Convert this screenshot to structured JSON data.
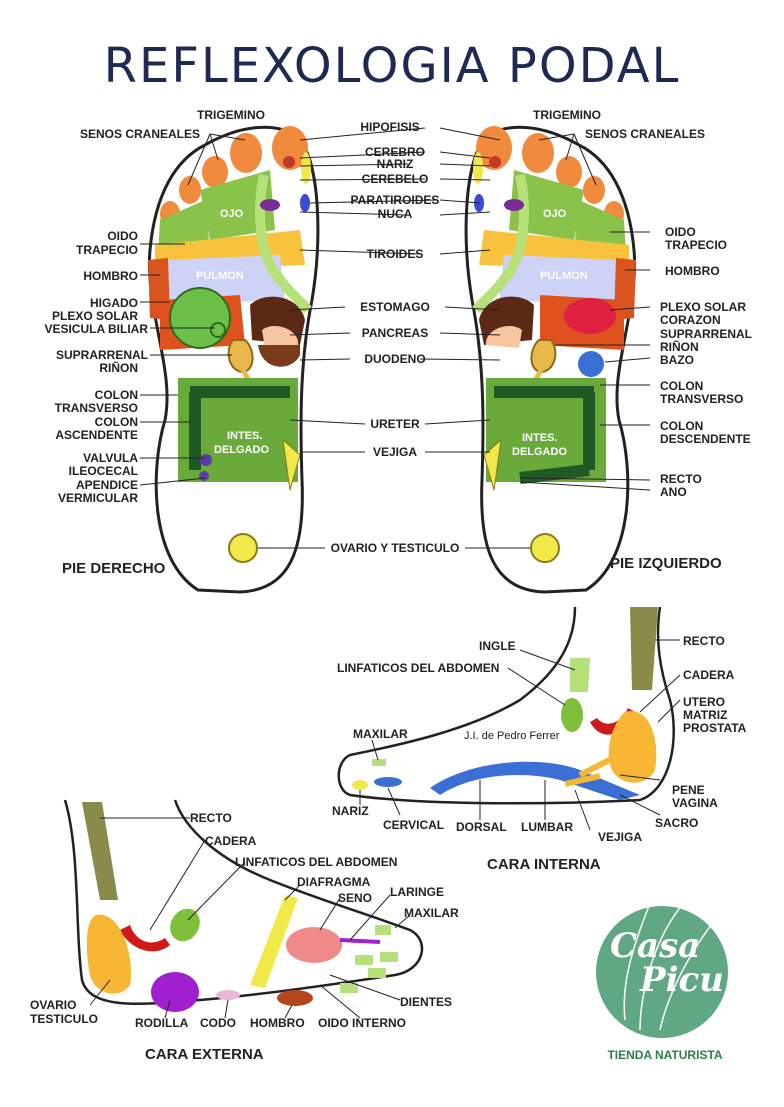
{
  "title": "REFLEXOLOGIA PODAL",
  "feet_top": {
    "right_foot_caption": "PIE DERECHO",
    "left_foot_caption": "PIE IZQUIERDO",
    "center_labels": [
      "HIPOFISIS",
      "CEREBRO",
      "NARIZ",
      "CEREBELO",
      "PARATIROIDES",
      "NUCA",
      "TIROIDES",
      "ESTOMAGO",
      "PANCREAS",
      "DUODENO",
      "URETER",
      "VEJIGA",
      "OVARIO Y TESTICULO"
    ],
    "right_foot_labels": [
      "TRIGEMINO",
      "SENOS CRANEALES",
      "OIDO",
      "TRAPECIO",
      "HOMBRO",
      "HIGADO",
      "PLEXO SOLAR",
      "VESICULA BILIAR",
      "SUPRARRENAL",
      "RIÑON",
      "COLON",
      "TRANSVERSO",
      "COLON",
      "ASCENDENTE",
      "VALVULA",
      "ILEOCECAL",
      "APENDICE",
      "VERMICULAR"
    ],
    "left_foot_labels": [
      "TRIGEMINO",
      "SENOS CRANEALES",
      "OIDO",
      "TRAPECIO",
      "HOMBRO",
      "PLEXO SOLAR",
      "CORAZON",
      "SUPRARRENAL",
      "RIÑON",
      "BAZO",
      "COLON",
      "TRANSVERSO",
      "COLON",
      "DESCENDENTE",
      "RECTO",
      "ANO"
    ],
    "inside_labels": {
      "ojo": "OJO",
      "pulmon": "PULMON",
      "intes": "INTES.",
      "delgado": "DELGADO"
    }
  },
  "cara_interna": {
    "caption": "CARA INTERNA",
    "credit": "J.I. de Pedro Ferrer",
    "labels": [
      "INGLE",
      "LINFATICOS DEL ABDOMEN",
      "RECTO",
      "CADERA",
      "UTERO",
      "MATRIZ",
      "PROSTATA",
      "MAXILAR",
      "PENE",
      "VAGINA",
      "SACRO",
      "NARIZ",
      "CERVICAL",
      "DORSAL",
      "LUMBAR",
      "VEJIGA"
    ]
  },
  "cara_externa": {
    "caption": "CARA EXTERNA",
    "labels": [
      "RECTO",
      "CADERA",
      "LINFATICOS DEL ABDOMEN",
      "DIAFRAGMA",
      "SENO",
      "LARINGE",
      "MAXILAR",
      "DIENTES",
      "OVARIO",
      "TESTICULO",
      "RODILLA",
      "CODO",
      "HOMBRO",
      "OIDO INTERNO"
    ]
  },
  "logo": {
    "line1": "Casa",
    "line2": "Picu",
    "tagline": "TIENDA NATURISTA"
  },
  "colors": {
    "title": "#1f2a52",
    "orange": "#f08a3c",
    "green": "#8bc34a",
    "lime_green": "#6cc04a",
    "purple_blue": "#cfd2f7",
    "dark_red": "#c0392b",
    "brown": "#7a3b1a",
    "yellow": "#f1e84a",
    "dark_green": "#3f7d3a",
    "intestine_green": "#6aaa3a",
    "blue": "#3b6fd6",
    "logo_green": "#5fa883"
  }
}
